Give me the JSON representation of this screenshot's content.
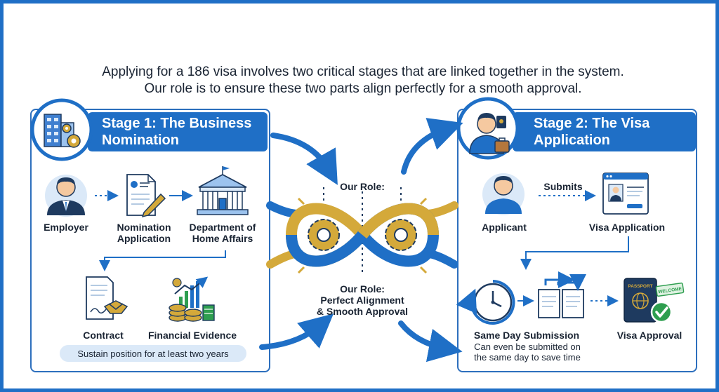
{
  "intro": {
    "line1": "Applying for a 186 visa involves two critical stages that are linked together in the system.",
    "line2": "Our role is to ensure these two parts align perfectly for a smooth approval."
  },
  "stage1": {
    "title_line1": "Stage 1: The Business",
    "title_line2": "Nomination",
    "employer": "Employer",
    "nomination_line1": "Nomination",
    "nomination_line2": "Application",
    "dha_line1": "Department of",
    "dha_line2": "Home Affairs",
    "contract": "Contract",
    "financial": "Financial Evidence",
    "sustain": "Sustain position for at least two years"
  },
  "center": {
    "role_top": "Our Role:",
    "role_bottom_line1": "Our Role:",
    "role_bottom_line2": "Perfect Alignment",
    "role_bottom_line3": "& Smooth Approval"
  },
  "stage2": {
    "title_line1": "Stage 2: The Visa",
    "title_line2": "Application",
    "submits": "Submits",
    "applicant": "Applicant",
    "visa_application": "Visa Application",
    "same_day": "Same Day Submission",
    "same_day_note_line1": "Can even be submitted on",
    "same_day_note_line2": "the same day to save time",
    "visa_approval": "Visa Approval",
    "passport_text": "PASSPORT",
    "welcome_text": "WELCOME"
  },
  "colors": {
    "primary_blue": "#1f6fc6",
    "dark_navy": "#1e3a5f",
    "gold": "#d4a93a",
    "light_blue": "#dbe9f8",
    "green": "#2e9e4f"
  }
}
